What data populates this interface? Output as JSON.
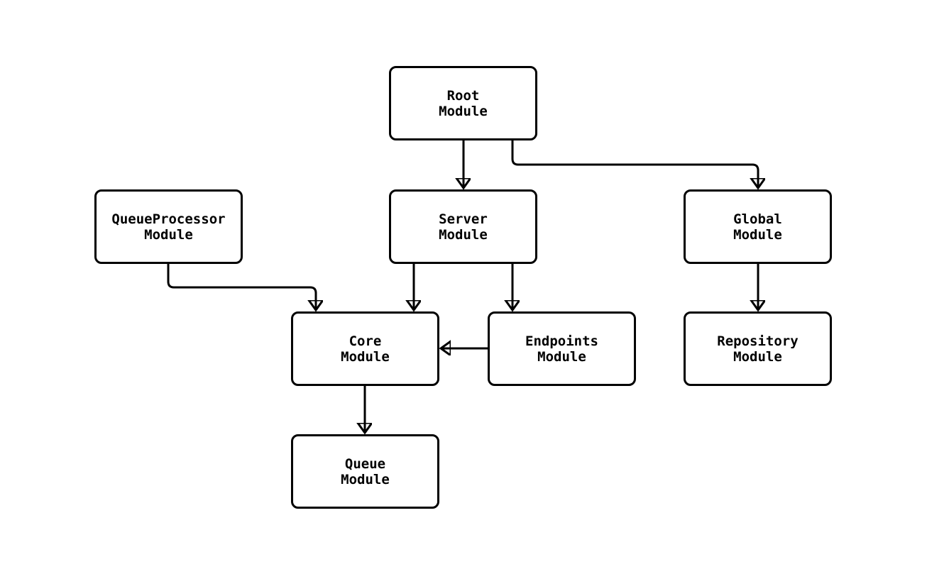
{
  "diagram": {
    "type": "module-dependency-flowchart",
    "background_color": "#ffffff",
    "node_fill_color": "#ffffff",
    "node_border_color": "#000000",
    "edge_color": "#000000",
    "nodes": [
      {
        "id": "root",
        "line1": "Root",
        "line2": "Module"
      },
      {
        "id": "queueprocessor",
        "line1": "QueueProcessor",
        "line2": "Module"
      },
      {
        "id": "server",
        "line1": "Server",
        "line2": "Module"
      },
      {
        "id": "global",
        "line1": "Global",
        "line2": "Module"
      },
      {
        "id": "core",
        "line1": "Core",
        "line2": "Module"
      },
      {
        "id": "endpoints",
        "line1": "Endpoints",
        "line2": "Module"
      },
      {
        "id": "repository",
        "line1": "Repository",
        "line2": "Module"
      },
      {
        "id": "queue",
        "line1": "Queue",
        "line2": "Module"
      }
    ],
    "edges": [
      {
        "from": "Root Module",
        "to": "Server Module"
      },
      {
        "from": "Root Module",
        "to": "Global Module"
      },
      {
        "from": "QueueProcessor Module",
        "to": "Core Module"
      },
      {
        "from": "Server Module",
        "to": "Core Module"
      },
      {
        "from": "Server Module",
        "to": "Endpoints Module"
      },
      {
        "from": "Endpoints Module",
        "to": "Core Module"
      },
      {
        "from": "Global Module",
        "to": "Repository Module"
      },
      {
        "from": "Core Module",
        "to": "Queue Module"
      }
    ]
  }
}
